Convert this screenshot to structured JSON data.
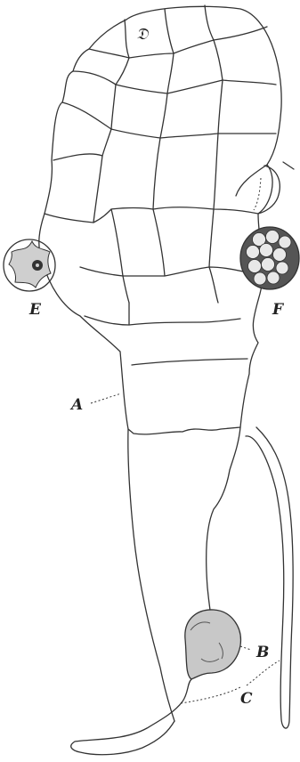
{
  "figure": {
    "background": "#ffffff",
    "ink": "#333333"
  },
  "labels": {
    "cell_mark": "𝔇",
    "A": "A",
    "B": "B",
    "C": "C",
    "E": "E",
    "F": "F"
  }
}
